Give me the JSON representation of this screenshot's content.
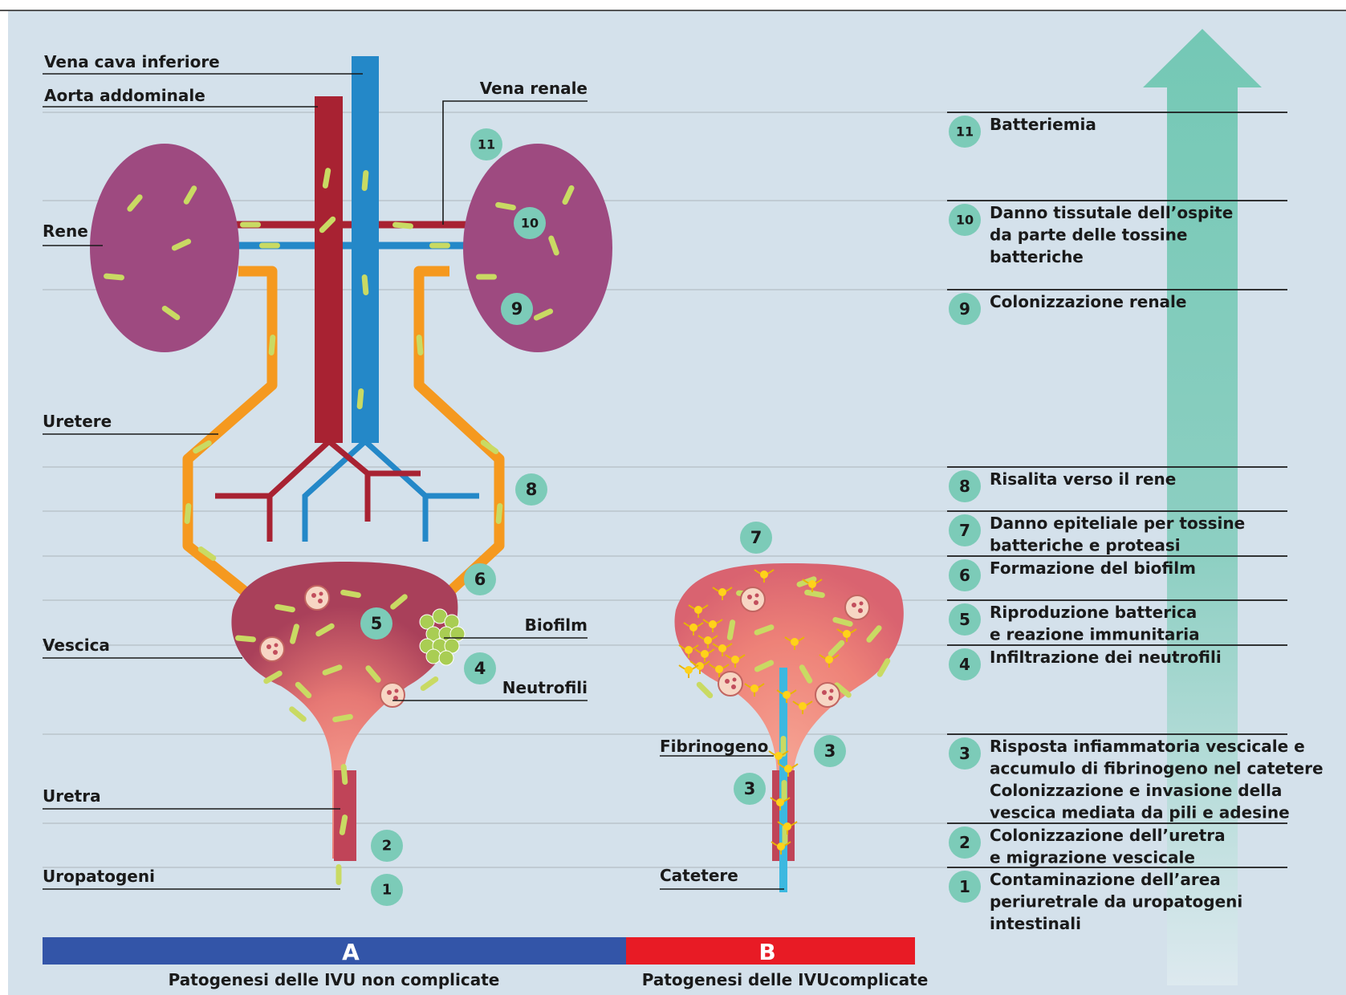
{
  "labels": {
    "vena_cava": "Vena cava inferiore",
    "aorta": "Aorta addominale",
    "vena_renale": "Vena renale",
    "rene": "Rene",
    "uretere": "Uretere",
    "vescica": "Vescica",
    "biofilm": "Biofilm",
    "neutrofili": "Neutrofili",
    "uretra": "Uretra",
    "uropatogeni": "Uropatogeni",
    "fibrinogeno": "Fibrinogeno",
    "catetere": "Catetere"
  },
  "steps": [
    {
      "n": "11",
      "lines": [
        "Batteriemia"
      ]
    },
    {
      "n": "10",
      "lines": [
        "Danno tissutale dell’ospite",
        "da parte delle tossine",
        "batteriche"
      ]
    },
    {
      "n": "9",
      "lines": [
        "Colonizzazione renale"
      ]
    },
    {
      "n": "8",
      "lines": [
        "Risalita verso il rene"
      ]
    },
    {
      "n": "7",
      "lines": [
        "Danno epiteliale per tossine",
        "batteriche e proteasi"
      ]
    },
    {
      "n": "6",
      "lines": [
        "Formazione del biofilm"
      ]
    },
    {
      "n": "5",
      "lines": [
        "Riproduzione batterica",
        "e reazione immunitaria"
      ]
    },
    {
      "n": "4",
      "lines": [
        "Infiltrazione dei neutrofili"
      ]
    },
    {
      "n": "3",
      "lines": [
        "Risposta infiammatoria vescicale e",
        "accumulo di fibrinogeno nel catetere",
        "Colonizzazione e invasione della",
        "vescica mediata da pili e adesine"
      ]
    },
    {
      "n": "2",
      "lines": [
        "Colonizzazione dell’uretra",
        "e migrazione vescicale"
      ]
    },
    {
      "n": "1",
      "lines": [
        "Contaminazione dell’area",
        "periuretrale da uropatogeni",
        "intestinali"
      ]
    }
  ],
  "badges": {
    "a11": "11",
    "a10": "10",
    "a9": "9",
    "a8": "8",
    "a6": "6",
    "a5": "5",
    "a4": "4",
    "a2": "2",
    "a1": "1",
    "b7": "7",
    "b3a": "3",
    "b3b": "3"
  },
  "footer": {
    "a_letter": "A",
    "b_letter": "B",
    "a_caption": "Patogenesi delle IVU non complicate",
    "b_caption": "Patogenesi delle IVUcomplicate"
  },
  "colors": {
    "background": "#d4e1eb",
    "kidney": "#9e4a80",
    "aorta": "#a82232",
    "vena_cava": "#2488c8",
    "ureter": "#f5991f",
    "bladder": "#b64f5f",
    "bacteria": "#c9da63",
    "badge": "#7ccbb8",
    "arrow": "#78c9b7",
    "bar_a": "#3355a8",
    "bar_b": "#e81b25",
    "catheter": "#3cb8e0"
  }
}
